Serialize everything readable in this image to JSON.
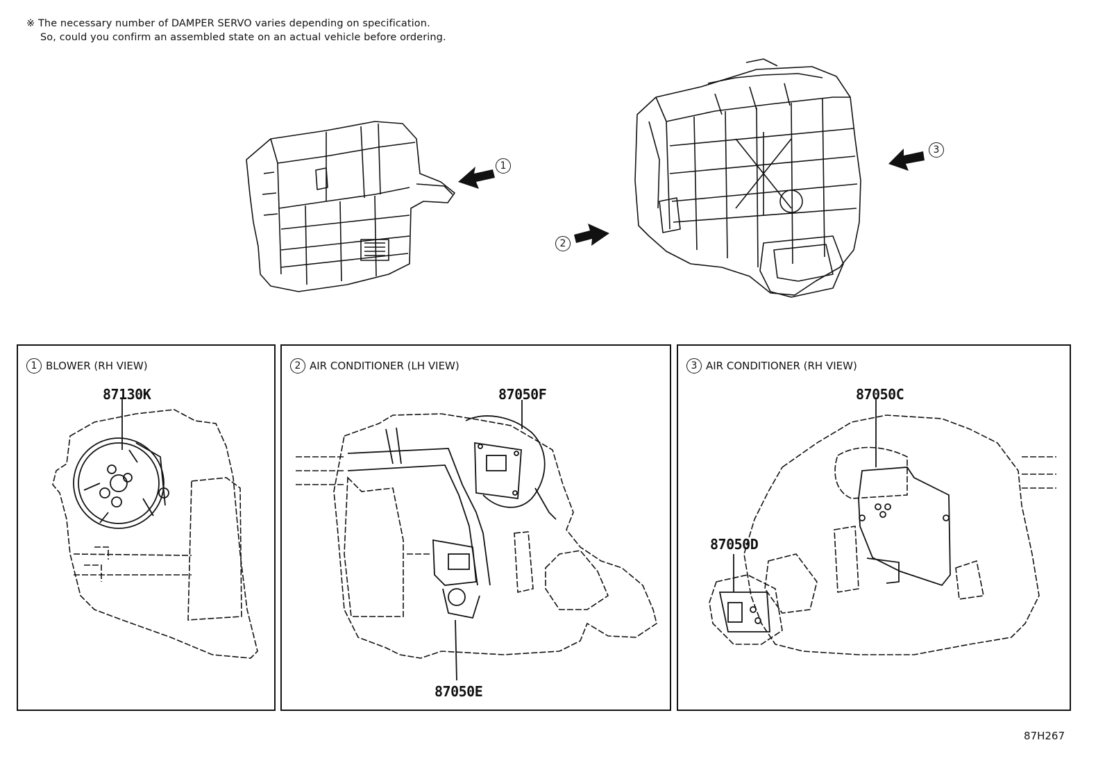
{
  "note": {
    "line1": "※ The necessary number of DAMPER SERVO varies depending on specification.",
    "line2": "So, could you confirm an assembled state on an actual vehicle before ordering."
  },
  "callouts": {
    "c1": "1",
    "c2": "2",
    "c3": "3"
  },
  "panels": [
    {
      "number": "1",
      "title": "BLOWER (RH VIEW)",
      "parts": [
        "87130K"
      ]
    },
    {
      "number": "2",
      "title": "AIR CONDITIONER (LH VIEW)",
      "parts": [
        "87050F",
        "87050E"
      ]
    },
    {
      "number": "3",
      "title": "AIR CONDITIONER (RH VIEW)",
      "parts": [
        "87050C",
        "87050D"
      ]
    }
  ],
  "diagram_id": "87H267"
}
